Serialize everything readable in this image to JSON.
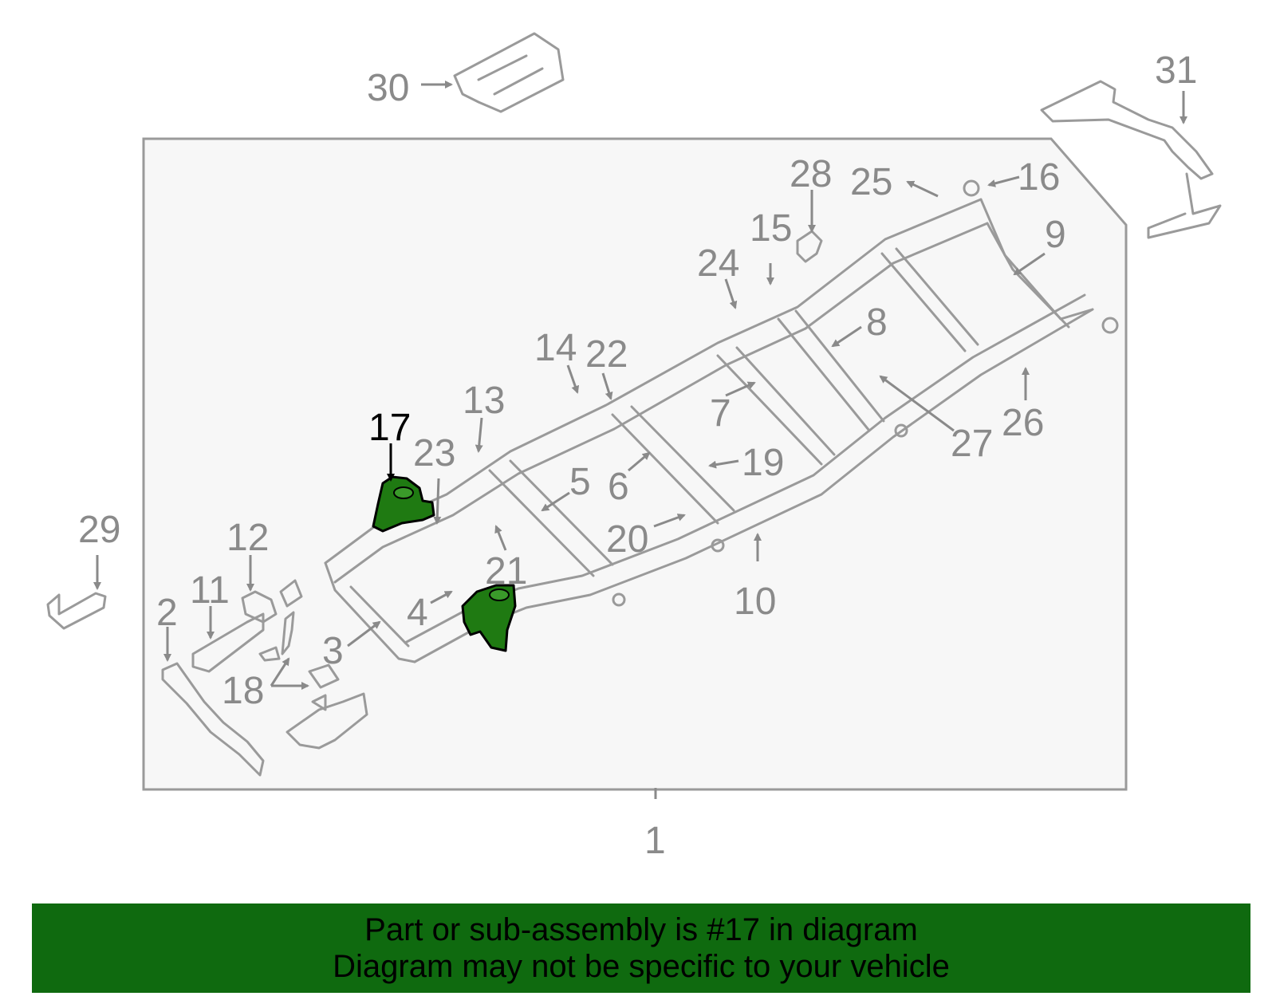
{
  "colors": {
    "highlight": "#1f7a12",
    "banner": "#0f6a0f",
    "line": "#9a9a9a",
    "panel": "#f7f7f7"
  },
  "callouts": {
    "c1": "1",
    "c2": "2",
    "c3": "3",
    "c4": "4",
    "c5": "5",
    "c6": "6",
    "c7": "7",
    "c8": "8",
    "c9": "9",
    "c10": "10",
    "c11": "11",
    "c12": "12",
    "c13": "13",
    "c14": "14",
    "c15": "15",
    "c16": "16",
    "c17": "17",
    "c18": "18",
    "c19": "19",
    "c20": "20",
    "c21": "21",
    "c22": "22",
    "c23": "23",
    "c24": "24",
    "c25": "25",
    "c26": "26",
    "c27": "27",
    "c28": "28",
    "c29": "29",
    "c30": "30",
    "c31": "31"
  },
  "banner": {
    "line1": "Part or sub-assembly is #17 in diagram",
    "line2": "Diagram may not be specific to your vehicle"
  }
}
